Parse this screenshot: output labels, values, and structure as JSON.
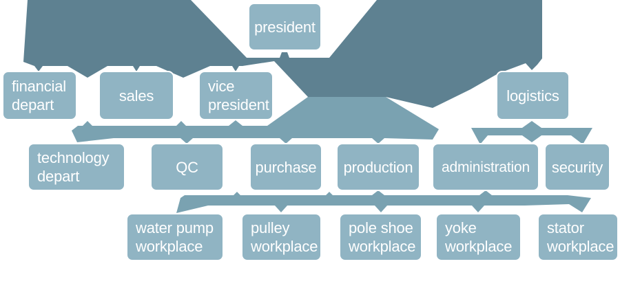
{
  "diagram_type": "organization-chart",
  "colors": {
    "background": "#ffffff",
    "connector_dark": "#5e8191",
    "connector_mid": "#7aa2b1",
    "node_fill": "#90b4c3",
    "node_border": "#ffffff",
    "node_text": "#ffffff"
  },
  "nodes": [
    {
      "id": "president",
      "label": "president",
      "level": 1,
      "parent": null
    },
    {
      "id": "financial-depart",
      "label": "financial depart",
      "level": 2,
      "parent": "president"
    },
    {
      "id": "sales",
      "label": "sales",
      "level": 2,
      "parent": "president"
    },
    {
      "id": "vice-president",
      "label": "vice president",
      "level": 2,
      "parent": "president"
    },
    {
      "id": "logistics",
      "label": "logistics",
      "level": 2,
      "parent": "president"
    },
    {
      "id": "technology-depart",
      "label": "technology depart",
      "level": 3,
      "parent": "vice-president"
    },
    {
      "id": "qc",
      "label": "QC",
      "level": 3,
      "parent": "vice-president"
    },
    {
      "id": "purchase",
      "label": "purchase",
      "level": 3,
      "parent": "vice-president"
    },
    {
      "id": "production",
      "label": "production",
      "level": 3,
      "parent": "vice-president"
    },
    {
      "id": "administration",
      "label": "administration",
      "level": 3,
      "parent": "logistics"
    },
    {
      "id": "security",
      "label": "security",
      "level": 3,
      "parent": "logistics"
    },
    {
      "id": "water-pump-workplace",
      "label": "water pump workplace",
      "level": 4,
      "parent": "production"
    },
    {
      "id": "pulley-workplace",
      "label": "pulley workplace",
      "level": 4,
      "parent": "production"
    },
    {
      "id": "pole-shoe-workplace",
      "label": "pole shoe workplace",
      "level": 4,
      "parent": "production"
    },
    {
      "id": "yoke-workplace",
      "label": "yoke workplace",
      "level": 4,
      "parent": "production"
    },
    {
      "id": "stator-workplace",
      "label": "stator workplace",
      "level": 4,
      "parent": "production"
    }
  ]
}
